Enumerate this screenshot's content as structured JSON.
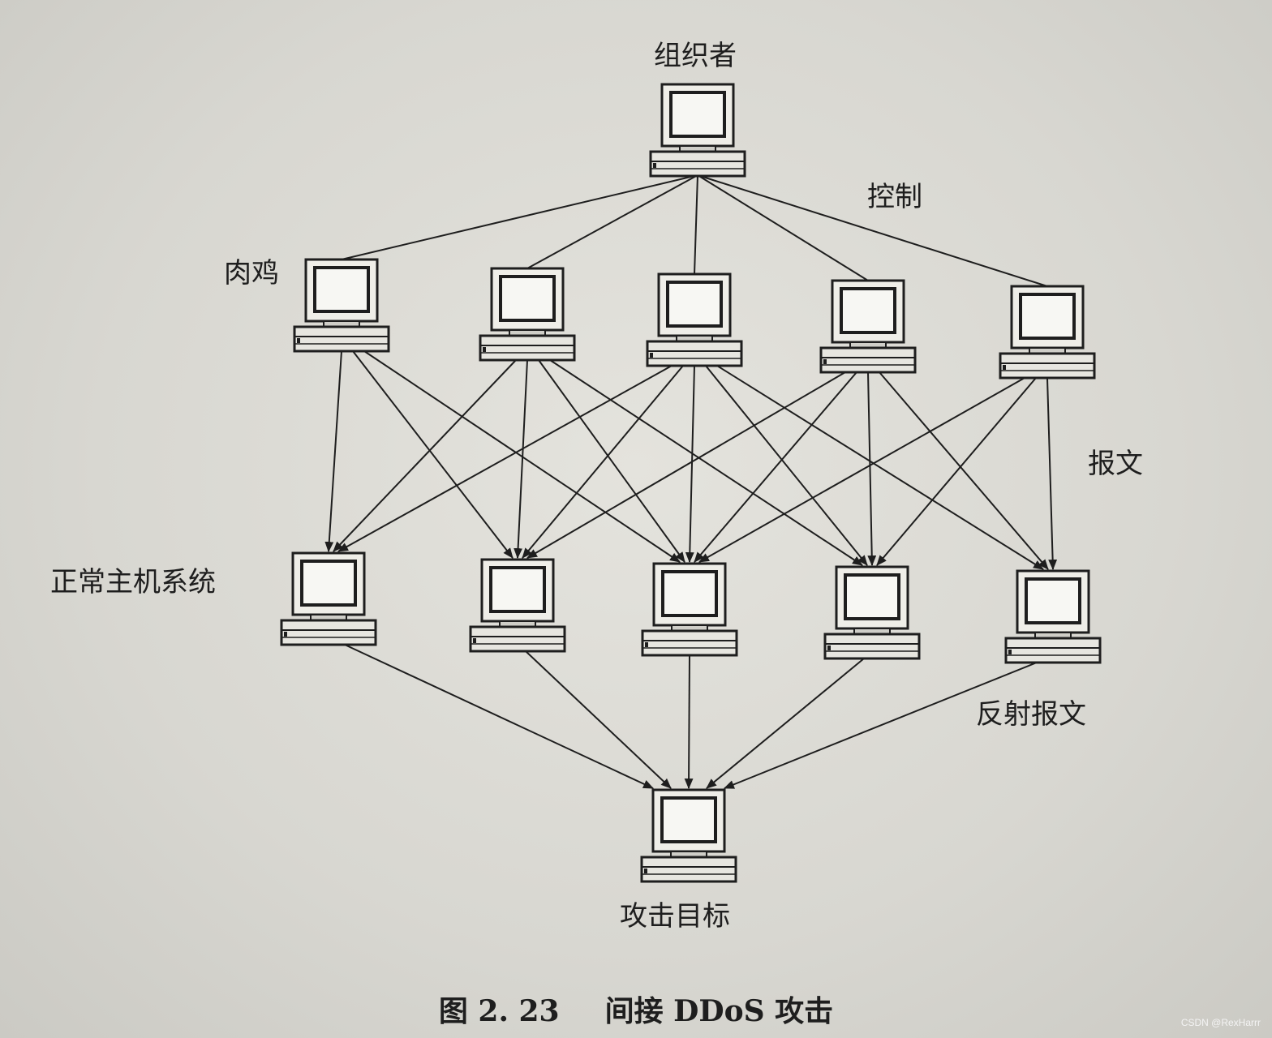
{
  "labels": {
    "organizer": "组织者",
    "control": "控制",
    "zombie": "肉鸡",
    "packet": "报文",
    "normal_host": "正常主机系统",
    "reflected_packet": "反射报文",
    "target": "攻击目标"
  },
  "caption": {
    "figure_number": "图 2. 23",
    "title": "间接 DDoS 攻击"
  },
  "watermark": "CSDN @RexHarrr",
  "colors": {
    "paper": "#d9d8d2",
    "ink": "#1e1e1e"
  }
}
